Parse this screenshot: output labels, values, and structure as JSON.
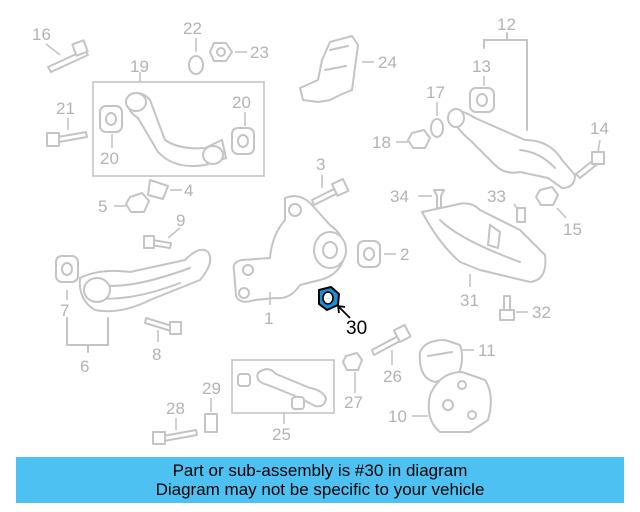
{
  "diagram": {
    "labels": {
      "l1": "1",
      "l2": "2",
      "l3": "3",
      "l4": "4",
      "l5": "5",
      "l6": "6",
      "l7": "7",
      "l8": "8",
      "l9": "9",
      "l10": "10",
      "l11": "11",
      "l12": "12",
      "l13": "13",
      "l14": "14",
      "l15": "15",
      "l16": "16",
      "l17": "17",
      "l18": "18",
      "l19": "19",
      "l20a": "20",
      "l20b": "20",
      "l21": "21",
      "l22": "22",
      "l23": "23",
      "l24": "24",
      "l25": "25",
      "l26": "26",
      "l27": "27",
      "l28": "28",
      "l29": "29",
      "l31": "31",
      "l32": "32",
      "l33": "33",
      "l34": "34"
    },
    "highlight_label": "30",
    "highlight_color": "#1a8fd8",
    "part_outline_color": "#c4c4c4"
  },
  "banner": {
    "line1": "Part or sub-assembly is #30 in diagram",
    "line2": "Diagram may not be specific to your vehicle",
    "color": "#4ec1f3"
  }
}
